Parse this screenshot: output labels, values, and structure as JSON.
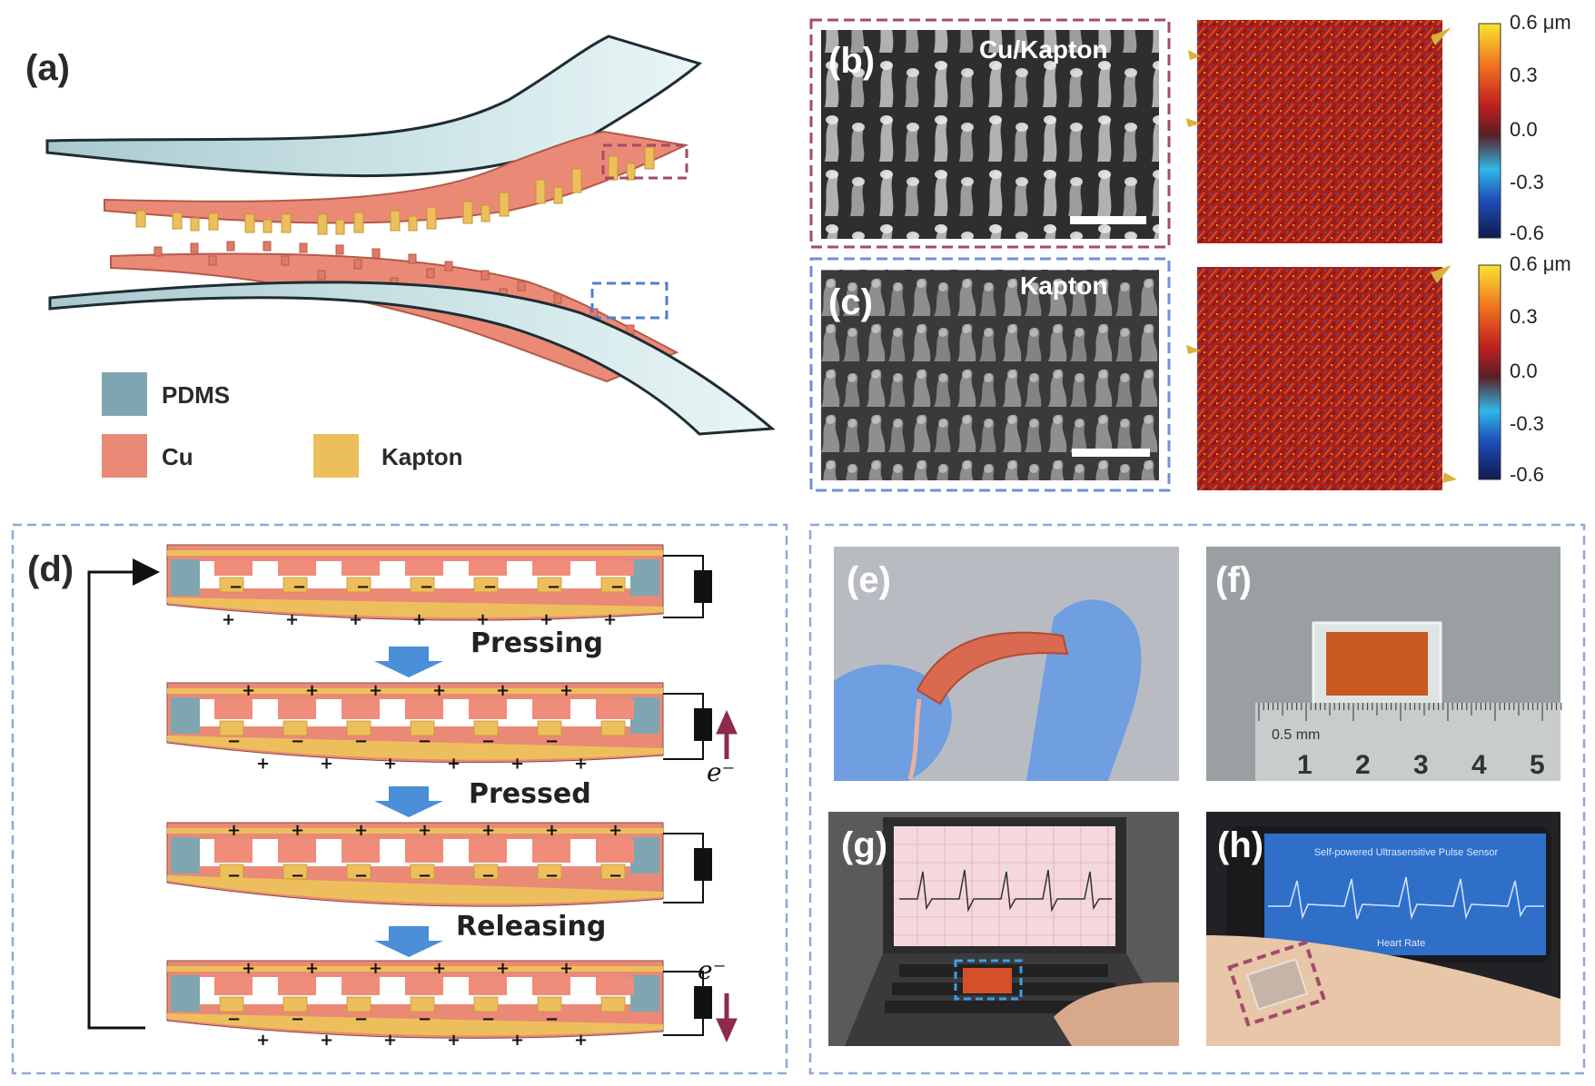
{
  "panels": {
    "a": {
      "label": "(a)"
    },
    "b": {
      "label": "(b)",
      "material": "Cu/Kapton"
    },
    "c": {
      "label": "(c)",
      "material": "Kapton"
    },
    "d": {
      "label": "(d)"
    },
    "e": {
      "label": "(e)"
    },
    "f": {
      "label": "(f)"
    },
    "g": {
      "label": "(g)"
    },
    "h": {
      "label": "(h)"
    }
  },
  "legend": [
    {
      "name": "PDMS",
      "color": "#7fa6b0"
    },
    {
      "name": "Cu",
      "color": "#ea8a76"
    },
    {
      "name": "Kapton",
      "color": "#edbf5c"
    }
  ],
  "colorbar": {
    "unit_label": "0.6 μm",
    "ticks": [
      "0.3",
      "0.0",
      "-0.3",
      "-0.6"
    ],
    "range": [
      -0.6,
      0.6
    ]
  },
  "process": {
    "steps": [
      "Pressing",
      "Pressed",
      "Releasing"
    ],
    "electron": "e⁻",
    "stage_count": 4
  },
  "photos": {
    "ruler_label": "0.5 mm",
    "ruler_numbers": [
      "1",
      "2",
      "3",
      "4",
      "5"
    ],
    "phone_title": "Self-powered Ultrasensitive Pulse Sensor",
    "heart_rate_label": "Heart Rate"
  },
  "colors": {
    "pdms": "#7fa6b0",
    "cu": "#ea8a76",
    "kapton": "#edbf5c",
    "frame_blue": "#8ea8de",
    "frame_maroon": "#a34b6b",
    "arrow_blue": "#4a8fd8"
  }
}
